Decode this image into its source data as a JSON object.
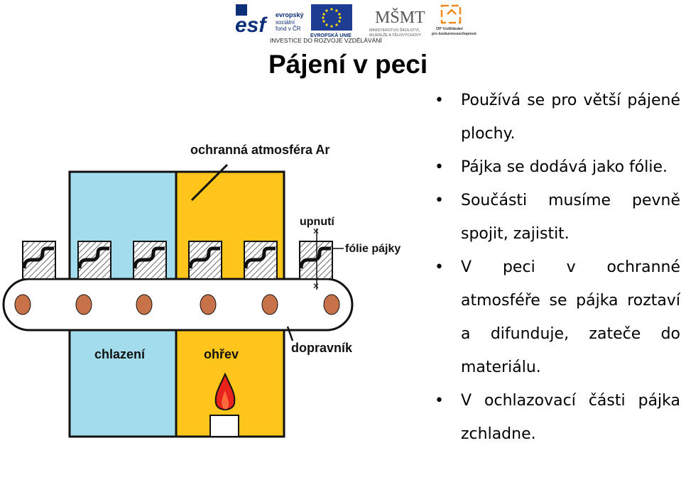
{
  "header": {
    "logo_esf_text": "esf",
    "logo_esf_caption_1": "evropský",
    "logo_esf_caption_2": "sociální",
    "logo_esf_caption_3": "fond v ČR",
    "logo_eu_caption": "EVROPSKÁ UNIE",
    "logo_msmt_text": "MŠMT",
    "logo_msmt_caption_1": "MINISTERSTVO ŠKOLSTVÍ,",
    "logo_msmt_caption_2": "MLÁDEŽE A TĚLOVÝCHOVY",
    "logo_op_caption_1": "OP Vzdělávání",
    "logo_op_caption_2": "pro konkurenceschopnost",
    "tagline": "INVESTICE DO ROZVOJE VZDĚLÁVÁNÍ"
  },
  "slide": {
    "title": "Pájení v peci",
    "bullets": [
      "Používá se pro větší pájené plochy.",
      "Pájka se dodává jako fólie.",
      "Součásti musíme pevně spojit, zajistit.",
      "V peci v ochranné atmosféře se pájka roztaví a difunduje, zateče do materiálu.",
      "V ochlazovací části pájka zchladne."
    ]
  },
  "diagram": {
    "label_atmosphere": "ochranná atmosféra Ar",
    "label_clamp": "upnutí",
    "label_foil": "fólie pájky",
    "label_cooling": "chlazení",
    "label_heating": "ohřev",
    "label_conveyor": "dopravník",
    "colors": {
      "cooling_zone": "#a3dcec",
      "heating_zone": "#ffc51a",
      "conveyor_roller": "#c8724a",
      "flame": "#e8231b"
    }
  }
}
